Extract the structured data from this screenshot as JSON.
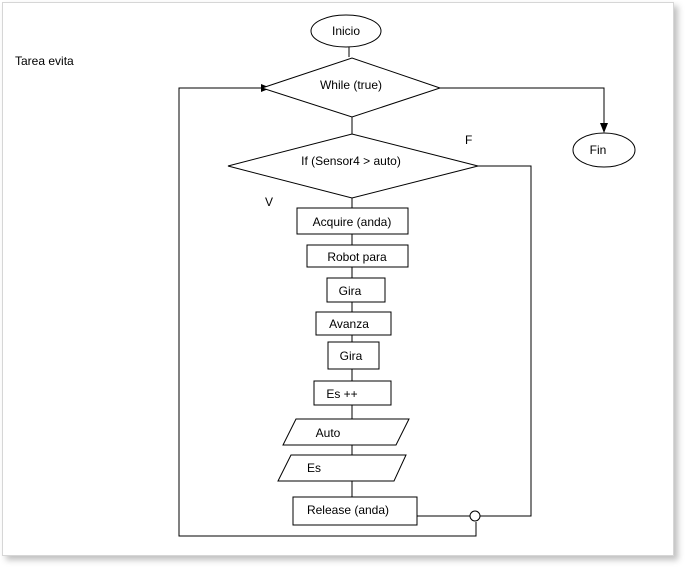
{
  "diagram": {
    "caption": "Tarea evita",
    "start_label": "Inicio",
    "end_label": "Fin",
    "loop_condition": "While (true)",
    "if_condition": "If (Sensor4 > auto)",
    "true_branch_label": "V",
    "false_branch_label": "F",
    "steps": {
      "acquire": "Acquire (anda)",
      "robot_para": "Robot para",
      "gira_1": "Gira",
      "avanza": "Avanza",
      "gira_2": "Gira",
      "es_increment": "Es ++",
      "auto_io": "Auto",
      "es_io": "Es",
      "release": "Release (anda)"
    }
  }
}
